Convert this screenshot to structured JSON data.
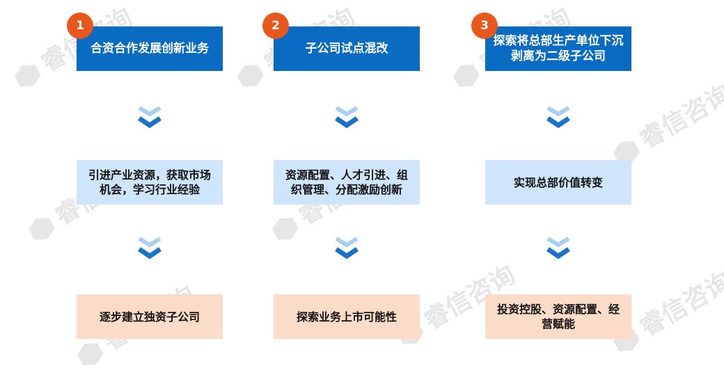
{
  "columns": [
    {
      "number": "1",
      "title": "合资合作发展创新业务",
      "middle": "引进产业资源，获取市场机会，学习行业经验",
      "bottom": "逐步建立独资子公司"
    },
    {
      "number": "2",
      "title": "子公司试点混改",
      "middle": "资源配置、人才引进、组织管理、分配激励创新",
      "bottom": "探索业务上市可能性"
    },
    {
      "number": "3",
      "title": "探索将总部生产单位下沉剥离为二级子公司",
      "middle": "实现总部价值转变",
      "bottom": "投资控股、资源配置、经营赋能"
    }
  ],
  "watermark": "睿信咨询",
  "colors": {
    "title_bg": "#0a6bc2",
    "middle_bg": "#cfe5fb",
    "bottom_bg": "#fbdcc9",
    "badge_bg": "#e8581c",
    "chevron_dark": "#1a73c8",
    "chevron_light": "#a9cff2"
  }
}
